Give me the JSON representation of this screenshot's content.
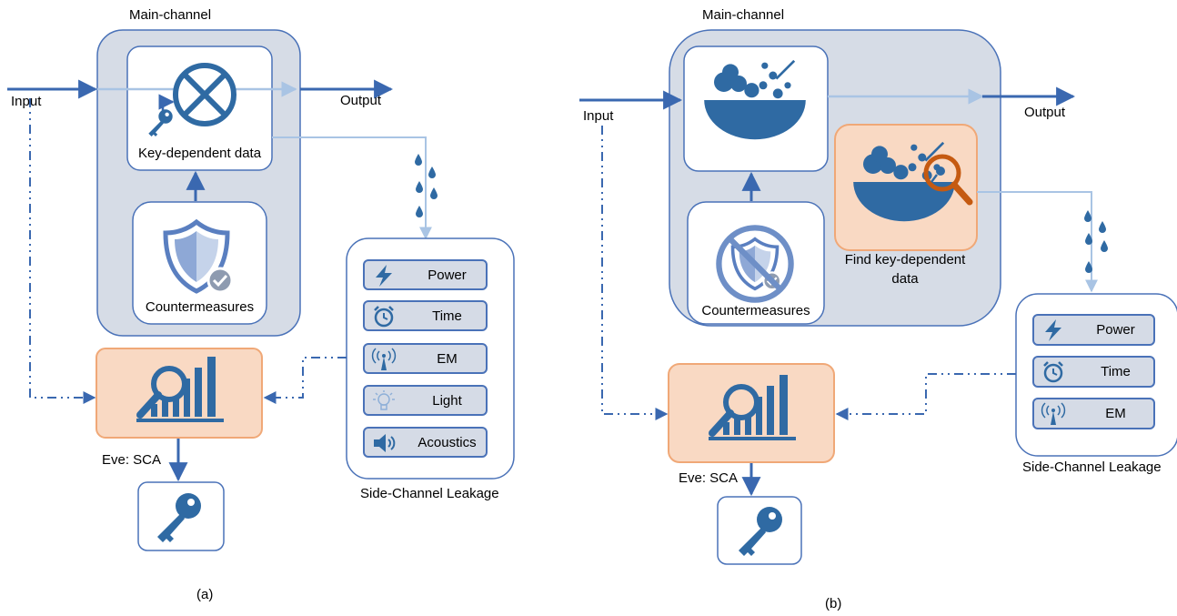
{
  "panel_a": {
    "main_channel_title": "Main-channel",
    "input_label": "Input",
    "output_label": "Output",
    "key_dependent_label": "Key-dependent data",
    "countermeasures_label": "Countermeasures",
    "eve_label": "Eve: SCA",
    "leakage_title": "Side-Channel Leakage",
    "leakage_items": [
      {
        "label": "Power",
        "icon": "lightning-icon"
      },
      {
        "label": "Time",
        "icon": "alarm-clock-icon"
      },
      {
        "label": "EM",
        "icon": "antenna-icon"
      },
      {
        "label": "Light",
        "icon": "light-bulb-icon"
      },
      {
        "label": "Acoustics",
        "icon": "speaker-icon"
      }
    ],
    "caption": "(a)"
  },
  "panel_b": {
    "main_channel_title": "Main-channel",
    "input_label": "Input",
    "output_label": "Output",
    "find_key_label_line1": "Find key-dependent",
    "find_key_label_line2": "data",
    "countermeasures_label": "Countermeasures",
    "eve_label": "Eve: SCA",
    "leakage_title": "Side-Channel Leakage",
    "leakage_items": [
      {
        "label": "Power",
        "icon": "lightning-icon"
      },
      {
        "label": "Time",
        "icon": "alarm-clock-icon"
      },
      {
        "label": "EM",
        "icon": "antenna-icon"
      }
    ],
    "caption": "(b)"
  },
  "colors": {
    "primary_blue": "#3a68b0",
    "icon_blue": "#2f6aa3",
    "light_blue_line": "#a9c4e4",
    "panel_fill": "#d6dce6",
    "eve_fill": "#f9d9c3",
    "eve_border": "#f0a877",
    "magnifier_orange": "#c55a11"
  }
}
